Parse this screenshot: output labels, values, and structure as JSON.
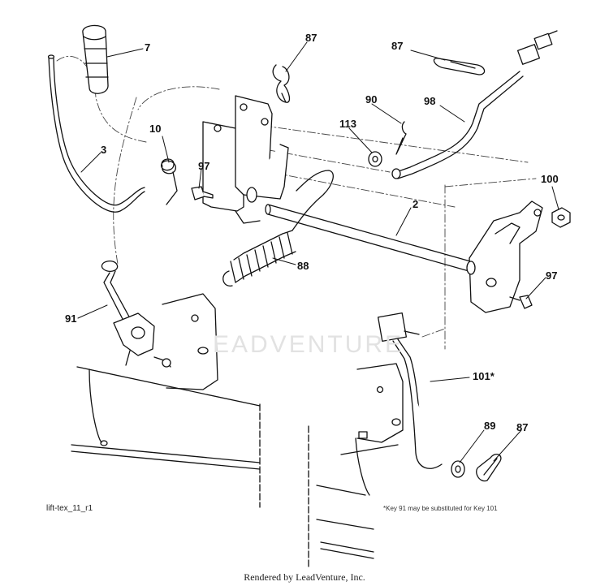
{
  "diagram": {
    "drawing_id": "lift-tex_11_r1",
    "footnote": "*Key 91 may be substituted for Key 101",
    "credit": "Rendered by LeadVenture, Inc.",
    "watermark": "EADVENTURE",
    "callouts": {
      "c7": "7",
      "c87_top": "87",
      "c87_right": "87",
      "c87_bottom": "87",
      "c10": "10",
      "c3": "3",
      "c97_left": "97",
      "c97_right": "97",
      "c113": "113",
      "c90": "90",
      "c98": "98",
      "c100": "100",
      "c2": "2",
      "c88": "88",
      "c91": "91",
      "c101": "101*",
      "c89": "89"
    }
  }
}
